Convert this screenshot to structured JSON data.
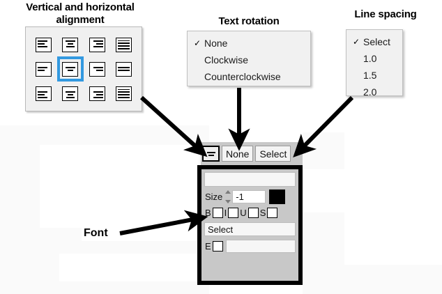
{
  "callouts": {
    "alignment_title": "Vertical and horizontal\nalignment",
    "alignment_title_line1": "Vertical and horizontal",
    "alignment_title_line2": "alignment",
    "rotation_title": "Text rotation",
    "spacing_title": "Line spacing",
    "font_label": "Font"
  },
  "alignment_grid": {
    "name": "alignment-picker",
    "selected_index": 5,
    "selected_highlight_color": "#3399e0",
    "cells": [
      {
        "index": 0,
        "vertical": "top",
        "horizontal": "left",
        "label": "top-left"
      },
      {
        "index": 1,
        "vertical": "top",
        "horizontal": "center",
        "label": "top-center"
      },
      {
        "index": 2,
        "vertical": "top",
        "horizontal": "right",
        "label": "top-right"
      },
      {
        "index": 3,
        "vertical": "top",
        "horizontal": "justify",
        "label": "top-justify"
      },
      {
        "index": 4,
        "vertical": "middle",
        "horizontal": "left",
        "label": "middle-left"
      },
      {
        "index": 5,
        "vertical": "middle",
        "horizontal": "center",
        "label": "middle-center"
      },
      {
        "index": 6,
        "vertical": "middle",
        "horizontal": "right",
        "label": "middle-right"
      },
      {
        "index": 7,
        "vertical": "middle",
        "horizontal": "justify",
        "label": "middle-justify"
      },
      {
        "index": 8,
        "vertical": "bottom",
        "horizontal": "left",
        "label": "bottom-left"
      },
      {
        "index": 9,
        "vertical": "bottom",
        "horizontal": "center",
        "label": "bottom-center"
      },
      {
        "index": 10,
        "vertical": "bottom",
        "horizontal": "right",
        "label": "bottom-right"
      },
      {
        "index": 11,
        "vertical": "bottom",
        "horizontal": "justify",
        "label": "bottom-justify"
      }
    ]
  },
  "rotation_menu": {
    "checked_index": 0,
    "check_glyph": "✓",
    "items": [
      {
        "label": "None",
        "checked": true
      },
      {
        "label": "Clockwise",
        "checked": false
      },
      {
        "label": "Counterclockwise",
        "checked": false
      }
    ]
  },
  "spacing_menu": {
    "checked_index": 0,
    "check_glyph": "✓",
    "items": [
      {
        "label": "Select",
        "checked": true
      },
      {
        "label": "1.0",
        "checked": false
      },
      {
        "label": "1.5",
        "checked": false
      },
      {
        "label": "2.0",
        "checked": false
      }
    ]
  },
  "toolbar": {
    "align_button_name": "alignment-button",
    "rotation_button_label": "None",
    "spacing_button_label": "Select"
  },
  "font_dialog": {
    "font_name_value": "",
    "size_label": "Size",
    "size_value": "-1",
    "color_swatch": "#000000",
    "style_checks": [
      {
        "label": "B",
        "checked": false,
        "name": "bold"
      },
      {
        "label": "I",
        "checked": false,
        "name": "italic"
      },
      {
        "label": "U",
        "checked": false,
        "name": "underline"
      },
      {
        "label": "S",
        "checked": false,
        "name": "strikethrough"
      }
    ],
    "select_field_value": "Select",
    "effect_label": "E",
    "effect_checked": false,
    "effect_field_value": ""
  },
  "colors": {
    "panel_bg": "#f0f0f0",
    "panel_border": "#b8b8b8",
    "toolbar_bg": "#c8c8c8",
    "accent_blue": "#3399e0",
    "arrow": "#000000"
  }
}
